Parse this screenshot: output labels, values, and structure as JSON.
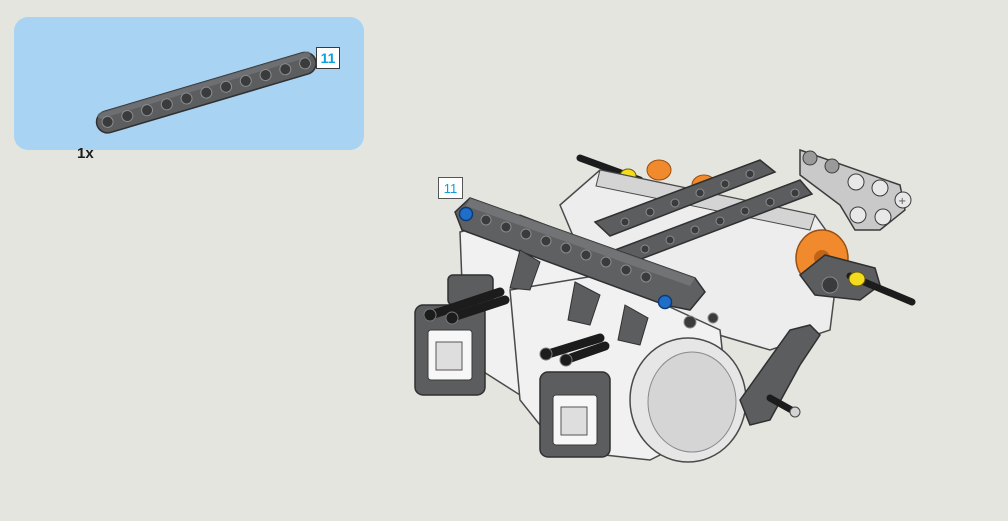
{
  "callout": {
    "part_length_label": "11",
    "quantity_label": "1x",
    "part_name": "technic-beam-11"
  },
  "step": {
    "beam_reference_label": "11"
  },
  "colors": {
    "background": "#e5e5df",
    "callout_background": "#a9d3f2",
    "beam_gray": "#5e6062",
    "motor_white": "#f3f3f3",
    "accent_orange": "#f08a2c",
    "pin_blue": "#1f6fc9",
    "label_blue": "#0aa0dc",
    "bush_yellow": "#f3dc1e"
  }
}
